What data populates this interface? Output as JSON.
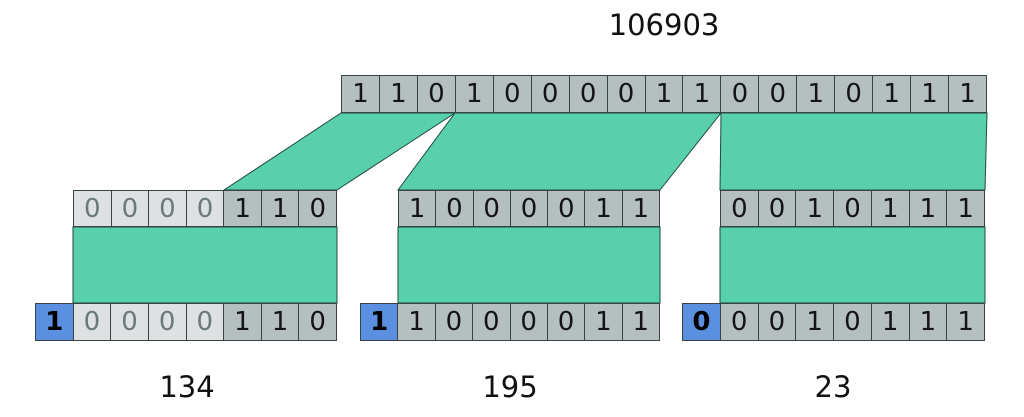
{
  "labels": {
    "total": "106903",
    "bytes": [
      "134",
      "195",
      "23"
    ]
  },
  "colors": {
    "page_bg": "#ffffff",
    "cell_bg": "#b5bfbf",
    "cell_border": "#3a4344",
    "cell_text": "#141414",
    "pad_bg": "#dde1e1",
    "pad_text": "#6d7878",
    "flag_bg": "#5b90e0",
    "flag_text": "#000000",
    "band_fill": "#59d0ac",
    "band_stroke": "#1f4a41",
    "label_text": "#111111"
  },
  "rows": {
    "top": {
      "binary": "11010000110010111",
      "cells": [
        {
          "bit": "1",
          "role": "normal"
        },
        {
          "bit": "1",
          "role": "normal"
        },
        {
          "bit": "0",
          "role": "normal"
        },
        {
          "bit": "1",
          "role": "normal"
        },
        {
          "bit": "0",
          "role": "normal"
        },
        {
          "bit": "0",
          "role": "normal"
        },
        {
          "bit": "0",
          "role": "normal"
        },
        {
          "bit": "0",
          "role": "normal"
        },
        {
          "bit": "1",
          "role": "normal"
        },
        {
          "bit": "1",
          "role": "normal"
        },
        {
          "bit": "0",
          "role": "normal"
        },
        {
          "bit": "0",
          "role": "normal"
        },
        {
          "bit": "1",
          "role": "normal"
        },
        {
          "bit": "0",
          "role": "normal"
        },
        {
          "bit": "1",
          "role": "normal"
        },
        {
          "bit": "1",
          "role": "normal"
        },
        {
          "bit": "1",
          "role": "normal"
        }
      ]
    },
    "middle_left": {
      "binary": "0000110",
      "cells": [
        {
          "bit": "0",
          "role": "pad"
        },
        {
          "bit": "0",
          "role": "pad"
        },
        {
          "bit": "0",
          "role": "pad"
        },
        {
          "bit": "0",
          "role": "pad"
        },
        {
          "bit": "1",
          "role": "normal"
        },
        {
          "bit": "1",
          "role": "normal"
        },
        {
          "bit": "0",
          "role": "normal"
        }
      ]
    },
    "middle_mid": {
      "binary": "1000011",
      "cells": [
        {
          "bit": "1",
          "role": "normal"
        },
        {
          "bit": "0",
          "role": "normal"
        },
        {
          "bit": "0",
          "role": "normal"
        },
        {
          "bit": "0",
          "role": "normal"
        },
        {
          "bit": "0",
          "role": "normal"
        },
        {
          "bit": "1",
          "role": "normal"
        },
        {
          "bit": "1",
          "role": "normal"
        }
      ]
    },
    "middle_right": {
      "binary": "0010111",
      "cells": [
        {
          "bit": "0",
          "role": "normal"
        },
        {
          "bit": "0",
          "role": "normal"
        },
        {
          "bit": "1",
          "role": "normal"
        },
        {
          "bit": "0",
          "role": "normal"
        },
        {
          "bit": "1",
          "role": "normal"
        },
        {
          "bit": "1",
          "role": "normal"
        },
        {
          "bit": "1",
          "role": "normal"
        }
      ]
    },
    "bottom_left": {
      "binary": "10000110",
      "cells": [
        {
          "bit": "1",
          "role": "flag"
        },
        {
          "bit": "0",
          "role": "pad"
        },
        {
          "bit": "0",
          "role": "pad"
        },
        {
          "bit": "0",
          "role": "pad"
        },
        {
          "bit": "0",
          "role": "pad"
        },
        {
          "bit": "1",
          "role": "normal"
        },
        {
          "bit": "1",
          "role": "normal"
        },
        {
          "bit": "0",
          "role": "normal"
        }
      ]
    },
    "bottom_mid": {
      "binary": "11000011",
      "cells": [
        {
          "bit": "1",
          "role": "flag"
        },
        {
          "bit": "1",
          "role": "normal"
        },
        {
          "bit": "0",
          "role": "normal"
        },
        {
          "bit": "0",
          "role": "normal"
        },
        {
          "bit": "0",
          "role": "normal"
        },
        {
          "bit": "0",
          "role": "normal"
        },
        {
          "bit": "1",
          "role": "normal"
        },
        {
          "bit": "1",
          "role": "normal"
        }
      ]
    },
    "bottom_right": {
      "binary": "00010111",
      "cells": [
        {
          "bit": "0",
          "role": "flag"
        },
        {
          "bit": "0",
          "role": "normal"
        },
        {
          "bit": "0",
          "role": "normal"
        },
        {
          "bit": "1",
          "role": "normal"
        },
        {
          "bit": "0",
          "role": "normal"
        },
        {
          "bit": "1",
          "role": "normal"
        },
        {
          "bit": "1",
          "role": "normal"
        },
        {
          "bit": "1",
          "role": "normal"
        }
      ]
    }
  }
}
